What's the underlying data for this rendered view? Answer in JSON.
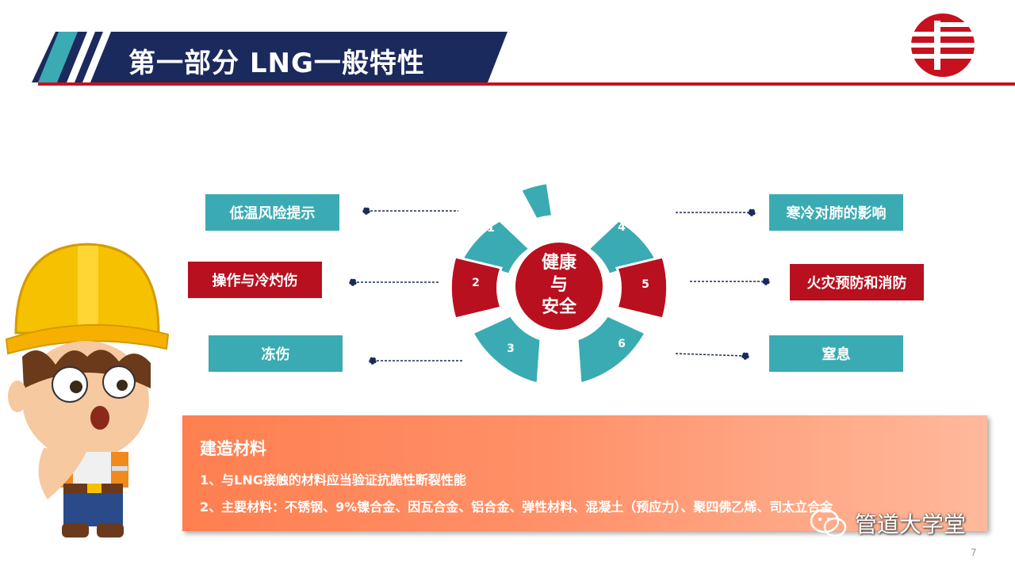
{
  "header": {
    "title": "第一部分  LNG一般特性"
  },
  "wheel": {
    "center_lines": [
      "健康",
      "与",
      "安全"
    ],
    "segments": [
      "1",
      "2",
      "3",
      "4",
      "5",
      "6"
    ]
  },
  "topics": {
    "left": [
      "低温风险提示",
      "操作与冷灼伤",
      "冻伤"
    ],
    "right": [
      "寒冷对肺的影响",
      "火灾预防和消防",
      "窒息"
    ]
  },
  "info": {
    "title": "建造材料",
    "lines": [
      "1、与LNG接触的材料应当验证抗脆性断裂性能",
      "2、主要材料：不锈钢、9%镍合金、因瓦合金、铝合金、弹性材料、混凝土（预应力）、聚四佛乙烯、司太立合金"
    ]
  },
  "watermark": {
    "text": "管道大学堂"
  },
  "page": {
    "number": "7"
  },
  "colors": {
    "teal": "#3aabb3",
    "red": "#b8101f",
    "navy": "#1b2a5c",
    "orange": "#ff8a5c"
  }
}
